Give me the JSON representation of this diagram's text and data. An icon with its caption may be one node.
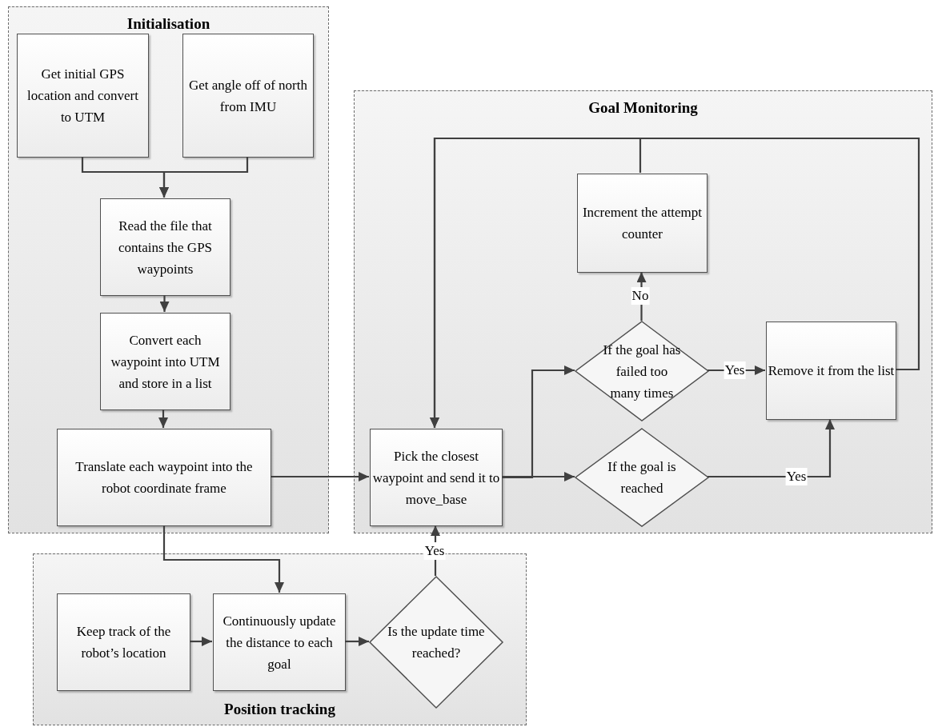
{
  "diagram": {
    "nodes": [
      {
        "text": [
          "Initialisation"
        ]
      },
      {
        "text": [
          "Get initial GPS location and convert to UTM"
        ],
        "in": 0
      },
      {
        "text": [
          "Get angle off of north from IMU"
        ],
        "in": 0
      },
      {
        "text": [
          "Read the file that contains the GPS waypoints"
        ],
        "in": 0
      },
      {
        "text": [
          "Convert each waypoint into UTM and store in a list"
        ],
        "in": 0
      },
      {
        "text": [
          "Translate each waypoint into the robot coordinate frame"
        ],
        "in": 0
      },
      {
        "text": [
          "Goal Monitoring"
        ]
      },
      {
        "text": [
          "Increment the attempt counter"
        ],
        "in": 6
      },
      {
        "text": [
          "If the goal has failed too many times"
        ],
        "in": 6
      },
      {
        "text": [
          "Remove it from the list"
        ],
        "in": 6
      },
      {
        "text": [
          "Pick the closest waypoint and send it to move_base"
        ],
        "in": 6
      },
      {
        "text": [
          "If the goal is reached"
        ],
        "in": 6
      },
      {
        "text": [
          "Position tracking"
        ]
      },
      {
        "text": [
          "Keep track of the robot’s location"
        ],
        "in": 12
      },
      {
        "text": [
          "Continuously update the distance to each goal"
        ],
        "in": 12
      },
      {
        "text": [
          "Is the update time reached?"
        ],
        "in": 12
      }
    ],
    "edges": [
      {
        "from": 1,
        "to": 3,
        "arrow": "to"
      },
      {
        "from": 2,
        "to": 3,
        "arrow": "to"
      },
      {
        "from": 3,
        "to": 4,
        "arrow": "to"
      },
      {
        "from": 4,
        "to": 5,
        "arrow": "to"
      },
      {
        "from": 5,
        "to": 10,
        "arrow": "to"
      },
      {
        "from": 5,
        "to": 14,
        "arrow": "to"
      },
      {
        "from": 13,
        "to": 14,
        "arrow": "to"
      },
      {
        "from": 14,
        "to": 15,
        "arrow": "to"
      },
      {
        "from": 15,
        "to": 10,
        "arrow": "to",
        "label": "Yes"
      },
      {
        "from": 10,
        "to": 8,
        "arrow": "to"
      },
      {
        "from": 10,
        "to": 11,
        "arrow": "to"
      },
      {
        "from": 8,
        "to": 7,
        "arrow": "to",
        "label": "No"
      },
      {
        "from": 8,
        "to": 9,
        "arrow": "to",
        "label": "Yes"
      },
      {
        "from": 11,
        "to": 9,
        "arrow": "to",
        "label": "Yes"
      },
      {
        "from": 9,
        "to": 10,
        "arrow": "to"
      },
      {
        "from": 7,
        "to": 10,
        "arrow": "to"
      }
    ]
  }
}
